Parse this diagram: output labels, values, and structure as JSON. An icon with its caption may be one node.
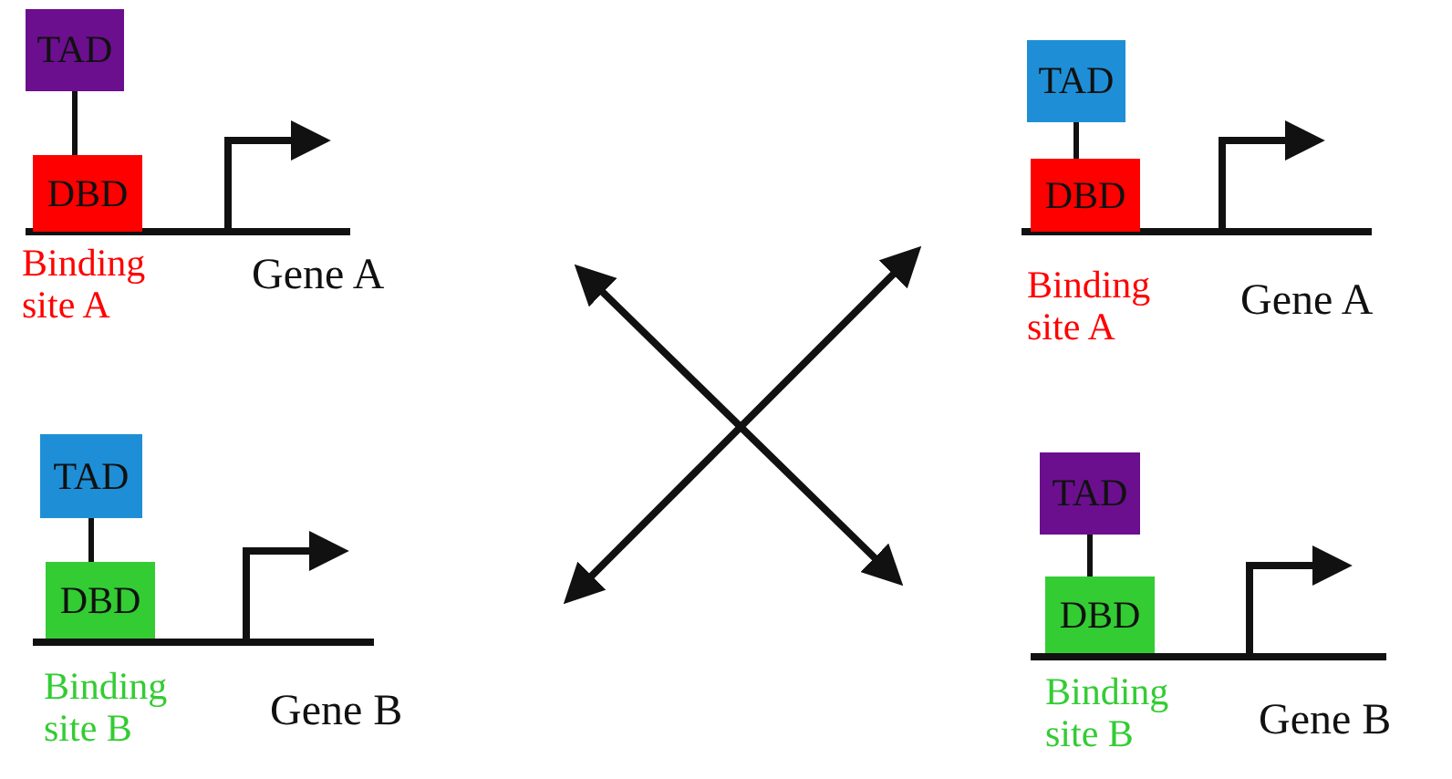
{
  "diagram": {
    "nodes": [
      {
        "text": [
          "TAD"
        ]
      },
      {
        "text": [
          "DBD"
        ]
      },
      {
        "text": [
          "TAD"
        ]
      },
      {
        "text": [
          "DBD"
        ]
      },
      {
        "text": [
          "TAD"
        ]
      },
      {
        "text": [
          "DBD"
        ]
      },
      {
        "text": [
          "TAD"
        ]
      },
      {
        "text": [
          "DBD"
        ]
      }
    ],
    "edges": [
      {
        "from": 0,
        "to": 1,
        "arrow": "none"
      },
      {
        "from": 2,
        "to": 3,
        "arrow": "none"
      },
      {
        "from": 4,
        "to": 5,
        "arrow": "none"
      },
      {
        "from": 6,
        "to": 7,
        "arrow": "none"
      }
    ],
    "labels": [
      "Binding site A",
      "Gene A",
      "Binding site A",
      "Gene A",
      "Binding site B",
      "Gene B",
      "Binding site B",
      "Gene B"
    ]
  }
}
